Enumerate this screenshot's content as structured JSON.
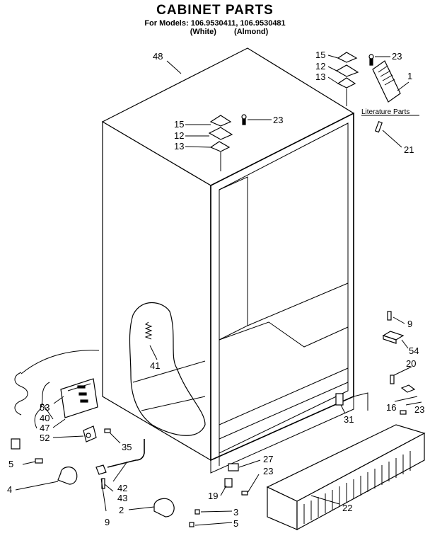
{
  "header": {
    "title": "CABINET PARTS",
    "models": "For Models: 106.9530411, 106.9530481",
    "variant_white": "(White)",
    "variant_almond": "(Almond)"
  },
  "literature_label": "Literature Parts",
  "callouts": [
    "48",
    "15",
    "12",
    "13",
    "23",
    "1",
    "15",
    "12",
    "13",
    "23",
    "21",
    "9",
    "54",
    "20",
    "16",
    "23",
    "31",
    "41",
    "53",
    "40",
    "47",
    "52",
    "35",
    "5",
    "4",
    "42",
    "43",
    "9",
    "2",
    "3",
    "5",
    "27",
    "23",
    "19",
    "22"
  ]
}
